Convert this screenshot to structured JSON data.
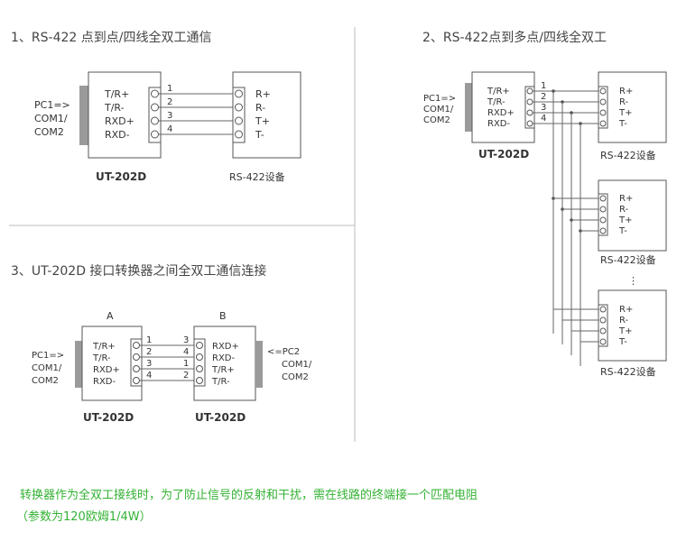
{
  "section1": {
    "title": "1、RS-422 点到点/四线全双工通信",
    "pc_labels": [
      "PC1=>",
      "COM1/",
      "COM2"
    ],
    "converter_pins": [
      "T/R+",
      "T/R-",
      "RXD+",
      "RXD-"
    ],
    "wire_numbers": [
      "1",
      "2",
      "3",
      "4"
    ],
    "device_pins": [
      "R+",
      "R-",
      "T+",
      "T-"
    ],
    "converter_name": "UT-202D",
    "device_name": "RS-422设备"
  },
  "section2": {
    "title": "2、RS-422点到多点/四线全双工",
    "pc_labels": [
      "PC1=>",
      "COM1/",
      "COM2"
    ],
    "converter_pins": [
      "T/R+",
      "T/R-",
      "RXD+",
      "RXD-"
    ],
    "wire_numbers": [
      "1",
      "2",
      "3",
      "4"
    ],
    "device_pins": [
      "R+",
      "R-",
      "T+",
      "T-"
    ],
    "converter_name": "UT-202D",
    "device_name": "RS-422设备",
    "ellipsis": "⋮"
  },
  "section3": {
    "title": "3、UT-202D 接口转换器之间全双工通信连接",
    "label_a": "A",
    "label_b": "B",
    "pc_labels_left": [
      "PC1=>",
      "COM1/",
      "COM2"
    ],
    "pc_labels_right": [
      "<=PC2",
      "COM1/",
      "COM2"
    ],
    "pins_a": [
      "T/R+",
      "T/R-",
      "RXD+",
      "RXD-"
    ],
    "pins_b": [
      "RXD+",
      "RXD-",
      "T/R+",
      "T/R-"
    ],
    "numbers_a": [
      "1",
      "2",
      "3",
      "4"
    ],
    "numbers_b": [
      "3",
      "4",
      "1",
      "2"
    ],
    "converter_name": "UT-202D"
  },
  "note": {
    "line1": "转换器作为全双工接线时，为了防止信号的反射和干扰，需在线路的终端接一个匹配电阻",
    "line2": "（参数为120欧姆1/4W）"
  }
}
